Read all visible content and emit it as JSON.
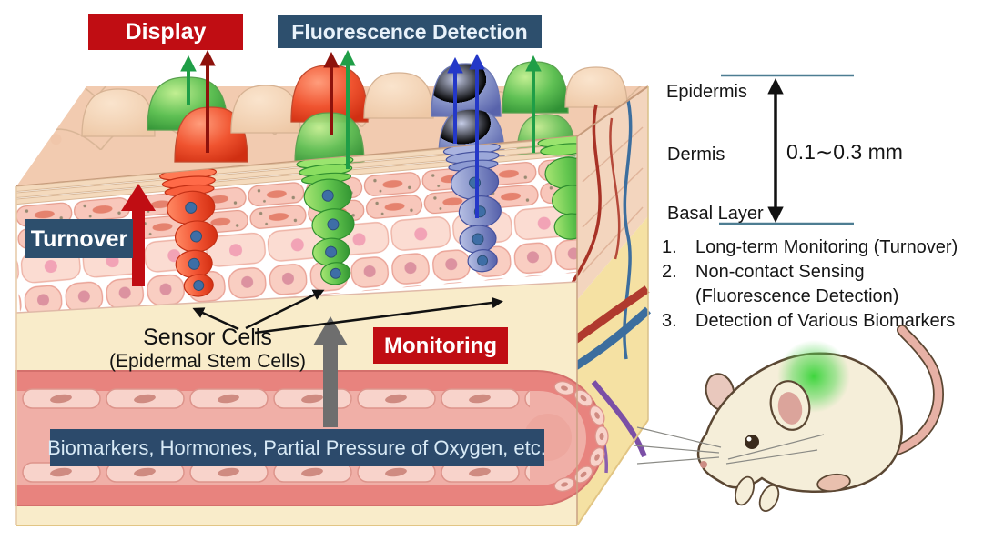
{
  "figure": {
    "boxes": {
      "display": "Display",
      "fluorescence_detection": "Fluorescence Detection",
      "turnover": "Turnover",
      "monitoring": "Monitoring",
      "biomarkers": "Biomarkers, Hormones, Partial Pressure of Oxygen, etc."
    },
    "skin": {
      "sensor_cells": "Sensor Cells",
      "sensor_cells_sub": "(Epidermal Stem Cells)"
    },
    "depth_scale": {
      "epidermis": "Epidermis",
      "dermis": "Dermis",
      "basal_layer": "Basal Layer",
      "range": "0.1∼0.3 mm"
    },
    "key_points": [
      {
        "num": "1.",
        "line1": "Long-term Monitoring (Turnover)"
      },
      {
        "num": "2.",
        "line1": "Non-contact Sensing",
        "line2": "(Fluorescence Detection)"
      },
      {
        "num": "3.",
        "line1": "Detection of Various Biomarkers"
      }
    ],
    "colors": {
      "red_box": "#c00d13",
      "blue_box": "#2d4f6d",
      "banner_blue": "#2c4a6b",
      "sensor_green": "#3fae3f",
      "sensor_red": "#e8462a",
      "sensor_blue": "#6573bd",
      "scale_line": "#4d7d92"
    }
  }
}
